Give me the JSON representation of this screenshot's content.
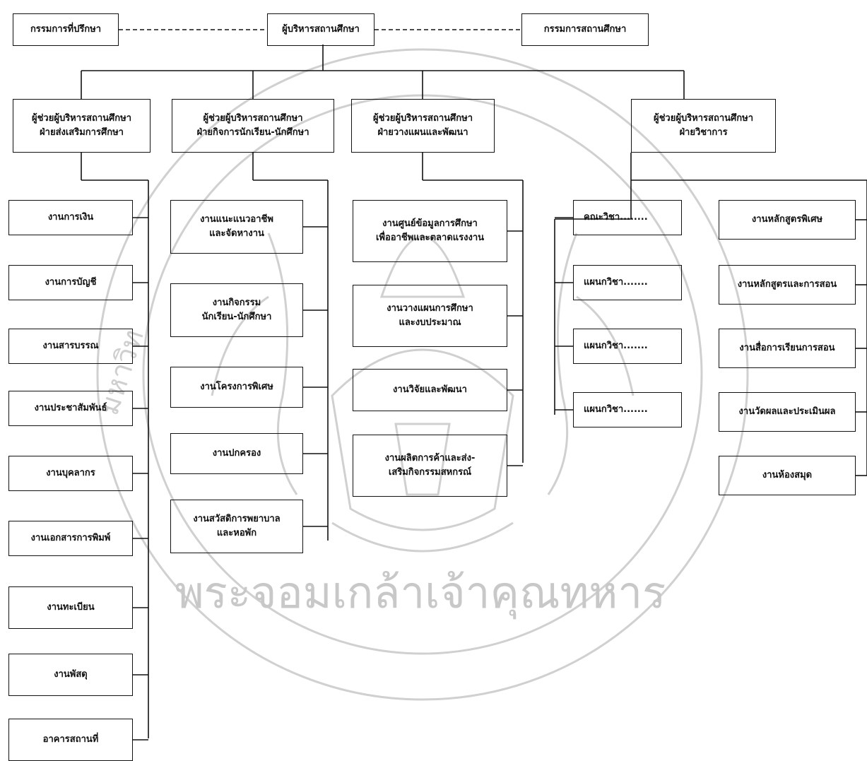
{
  "top": {
    "director": "ผู้บริหารสถานศึกษา",
    "advisory_committee": "กรรมการที่ปรึกษา",
    "school_committee": "กรรมการสถานศึกษา"
  },
  "deputies": [
    {
      "line1": "ผู้ช่วยผู้บริหารสถานศึกษา",
      "line2": "ฝ่ายส่งเสริมการศึกษา"
    },
    {
      "line1": "ผู้ช่วยผู้บริหารสถานศึกษา",
      "line2": "ฝ่ายกิจการนักเรียน-นักศึกษา"
    },
    {
      "line1": "ผู้ช่วยผู้บริหารสถานศึกษา",
      "line2": "ฝ่ายวางแผนและพัฒนา"
    },
    {
      "line1": "ผู้ช่วยผู้บริหารสถานศึกษา",
      "line2": "ฝ่ายวิชาการ"
    }
  ],
  "promotion_units": [
    "งานการเงิน",
    "งานการบัญชี",
    "งานสารบรรณ",
    "งานประชาสัมพันธ์",
    "งานบุคลากร",
    "งานเอกสารการพิมพ์",
    "งานทะเบียน",
    "งานพัสดุ",
    "อาคารสถานที่"
  ],
  "student_units": [
    {
      "line1": "งานแนะแนวอาชีพ",
      "line2": "และจัดหางาน"
    },
    {
      "line1": "งานกิจกรรม",
      "line2": "นักเรียน-นักศึกษา"
    },
    {
      "line1": "งานโครงการพิเศษ",
      "line2": ""
    },
    {
      "line1": "งานปกครอง",
      "line2": ""
    },
    {
      "line1": "งานสวัสดิการพยาบาล",
      "line2": "และหอพัก"
    }
  ],
  "planning_units": [
    {
      "line1": "งานศูนย์ข้อมูลการศึกษา",
      "line2": "เพื่ออาชีพและตลาดแรงงาน"
    },
    {
      "line1": "งานวางแผนการศึกษา",
      "line2": "และงบประมาณ"
    },
    {
      "line1": "งานวิจัยและพัฒนา",
      "line2": ""
    },
    {
      "line1": "งานผลิตการค้าและส่ง-",
      "line2": "เสริมกิจกรรมสหกรณ์"
    }
  ],
  "academic_depts": [
    "คณะวิชา........",
    "แผนกวิชา.......",
    "แผนกวิชา.......",
    "แผนกวิชา......."
  ],
  "academic_units": [
    "งานหลักสูตรพิเศษ",
    "งานหลักสูตรและการสอน",
    "งานสื่อการเรียนการสอน",
    "งานวัดผลและประเมินผล",
    "งานห้องสมุด"
  ],
  "watermark": {
    "text": "พระจอมเกล้าเจ้าคุณทหาร",
    "color": "#c8c8c8"
  }
}
